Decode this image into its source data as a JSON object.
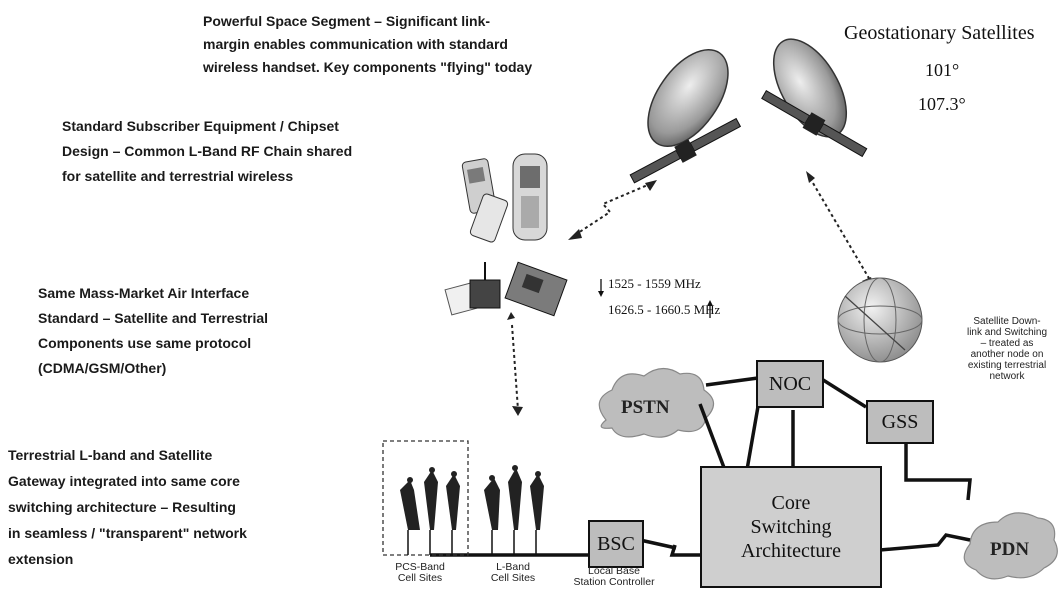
{
  "annotations": {
    "space_segment": [
      "Powerful Space Segment – Significant link-",
      "margin enables communication with standard",
      "wireless handset.  Key components \"flying\" today"
    ],
    "subscriber_equipment": [
      "Standard Subscriber Equipment / Chipset",
      "Design – Common L-Band RF Chain shared",
      "for satellite and terrestrial wireless"
    ],
    "air_interface": [
      "Same Mass-Market Air Interface",
      "Standard – Satellite and Terrestrial",
      "Components use same protocol",
      "(CDMA/GSM/Other)"
    ],
    "terrestrial_gateway": [
      "Terrestrial L-band and Satellite",
      "Gateway integrated into same core",
      "switching architecture  – Resulting",
      "in seamless / \"transparent\" network",
      "extension"
    ]
  },
  "satellites": {
    "title": "Geostationary Satellites",
    "positions": [
      "101°",
      "107.3°"
    ]
  },
  "frequencies": {
    "downlink": "1525 - 1559 MHz",
    "uplink": "1626.5 - 1660.5 MHz"
  },
  "gss_note": [
    "Satellite Down-",
    "link and Switching",
    "– treated as",
    "another node on",
    "existing terrestrial",
    "network"
  ],
  "nodes": {
    "pstn": "PSTN",
    "noc": "NOC",
    "gss": "GSS",
    "bsc": "BSC",
    "pdn": "PDN",
    "core": [
      "Core",
      "Switching",
      "Architecture"
    ]
  },
  "cell_site_labels": {
    "pcs": [
      "PCS-Band",
      "Cell Sites"
    ],
    "lband": [
      "L-Band",
      "Cell Sites"
    ],
    "bsc": [
      "Local Base",
      "Station Controller"
    ]
  }
}
